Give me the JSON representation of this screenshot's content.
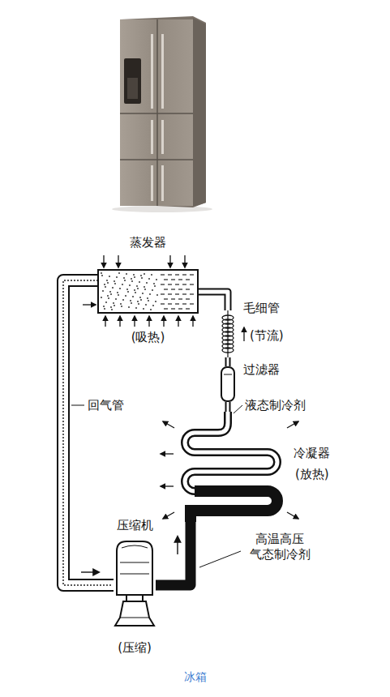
{
  "diagram": {
    "caption": "冰箱",
    "nodes": [
      {
        "text": [
          "蒸发器",
          "(吸热)"
        ]
      },
      {
        "text": [
          "毛细管",
          "(节流)"
        ]
      },
      {
        "text": [
          "过滤器"
        ]
      },
      {
        "text": [
          "冷凝器",
          "(放热)"
        ]
      },
      {
        "text": [
          "压缩机",
          "(压缩)"
        ]
      }
    ],
    "edges": [
      {
        "from": 4,
        "to": 3,
        "arrow": "to"
      },
      {
        "from": 3,
        "to": 2,
        "arrow": "none"
      },
      {
        "from": 2,
        "to": 1,
        "arrow": "none"
      },
      {
        "from": 1,
        "to": 0,
        "arrow": "none"
      },
      {
        "from": 0,
        "to": 4,
        "arrow": "to"
      }
    ],
    "labels": [
      "回气管",
      "液态制冷剂",
      "高温高压 气态制冷剂"
    ]
  }
}
